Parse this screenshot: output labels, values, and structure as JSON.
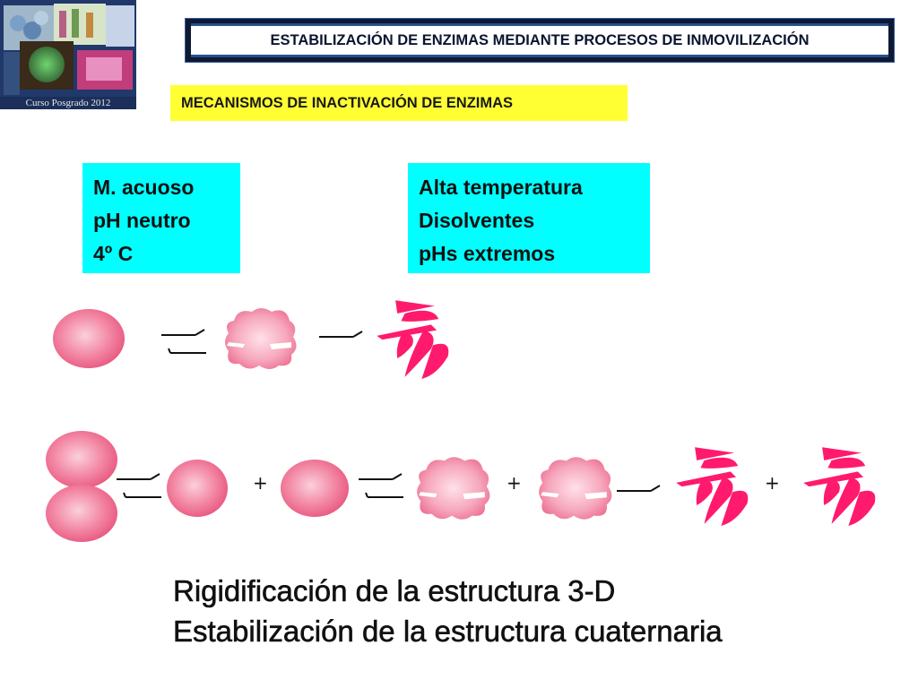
{
  "header": {
    "title": "ESTABILIZACIÓN DE ENZIMAS MEDIANTE PROCESOS DE INMOVILIZACIÓN",
    "logo_caption": "Curso Posgrado 2012"
  },
  "subtitle": "MECANISMOS DE INACTIVACIÓN DE ENZIMAS",
  "conditions": {
    "stable": [
      "M. acuoso",
      "pH neutro",
      "4º C"
    ],
    "denaturing": [
      "Alta temperatura",
      "Disolventes",
      "pHs extremos"
    ]
  },
  "diagram": {
    "colors": {
      "native": "#f07a98",
      "denatured": "#ff1a6e",
      "arrow": "#111111"
    },
    "plus_sign": "+"
  },
  "conclusions": [
    "Rigidificación de la estructura 3-D",
    "Estabilización de la estructura cuaternaria"
  ]
}
